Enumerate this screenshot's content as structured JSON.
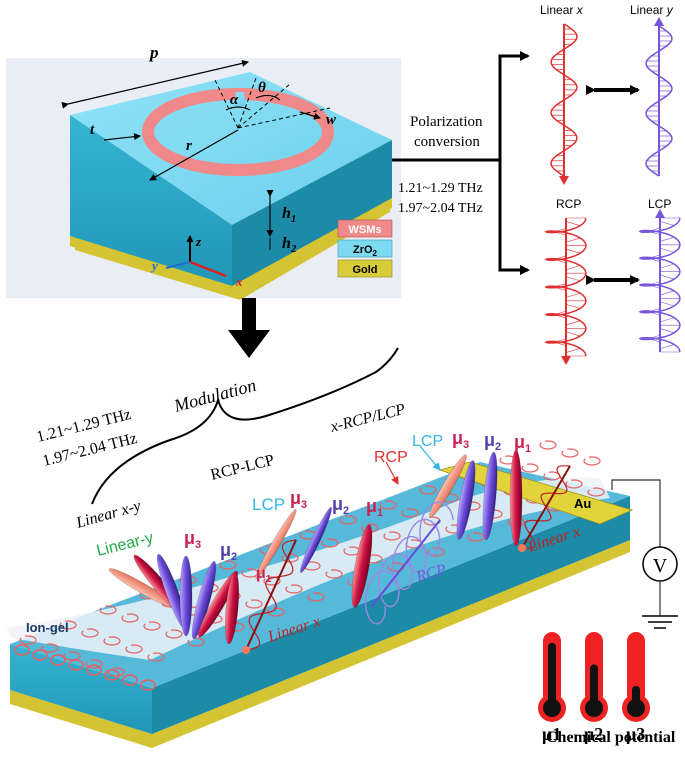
{
  "unit_cell": {
    "period": "p",
    "thickness_t": "t",
    "radius": "r",
    "width": "w",
    "angle_alpha": "α",
    "angle_theta": "θ",
    "height_h1": "h",
    "height_h1_sub": "1",
    "height_h2": "h",
    "height_h2_sub": "2",
    "axis_x": "x",
    "axis_y": "y",
    "axis_z": "z",
    "legend": [
      {
        "label": "WSMs",
        "color": "#f08a8a"
      },
      {
        "label": "ZrO",
        "sub": "2",
        "color": "#7dd9f0"
      },
      {
        "label": "Gold",
        "color": "#d8cc3a"
      }
    ]
  },
  "conversion": {
    "line1": "Polarization",
    "line2": "conversion",
    "freq1": "1.21~1.29 THz",
    "freq2": "1.97~2.04 THz"
  },
  "waves": {
    "linear_x": "Linear x",
    "linear_x_prefix": "Linear ",
    "linear_x_var": "x",
    "linear_y_prefix": "Linear ",
    "linear_y_var": "y",
    "rcp": "RCP",
    "lcp": "LCP"
  },
  "modulation": {
    "title": "Modulation",
    "freq1": "1.21~1.29 THz",
    "freq2": "1.97~2.04 THz",
    "group_linear": "Linear x-y",
    "group_rcp_lcp": "RCP-LCP",
    "group_x_rcp_lcp": "x-RCP/LCP"
  },
  "device": {
    "ion_gel": "Ion-gel",
    "au": "Au",
    "voltmeter": "V",
    "linear_y_label": "Linear-y",
    "lcp_label": "LCP",
    "rcp_label": "RCP",
    "rcp_label2": "RCP",
    "lcp_label2": "LCP",
    "linear_x_label": "Linear x",
    "linear_x_label2": "Linear x",
    "mu": "μ",
    "mu1_sub": "1",
    "mu2_sub": "2",
    "mu3_sub": "3"
  },
  "thermometers": {
    "labels": [
      "μ1",
      "μ2",
      "μ3"
    ],
    "levels": [
      0.85,
      0.55,
      0.25
    ],
    "caption": "Chemical potential"
  },
  "colors": {
    "red": "#e03030",
    "purple": "#7755dd",
    "cyan": "#35b5e5",
    "green": "#22aa44",
    "crimson": "#cc2255",
    "ring": "#f08080",
    "top": "#7fd9f2",
    "front": "#2ea8c6",
    "side": "#1d8aa8",
    "gold": "#d4c332",
    "thermo_red": "#ee2222"
  }
}
